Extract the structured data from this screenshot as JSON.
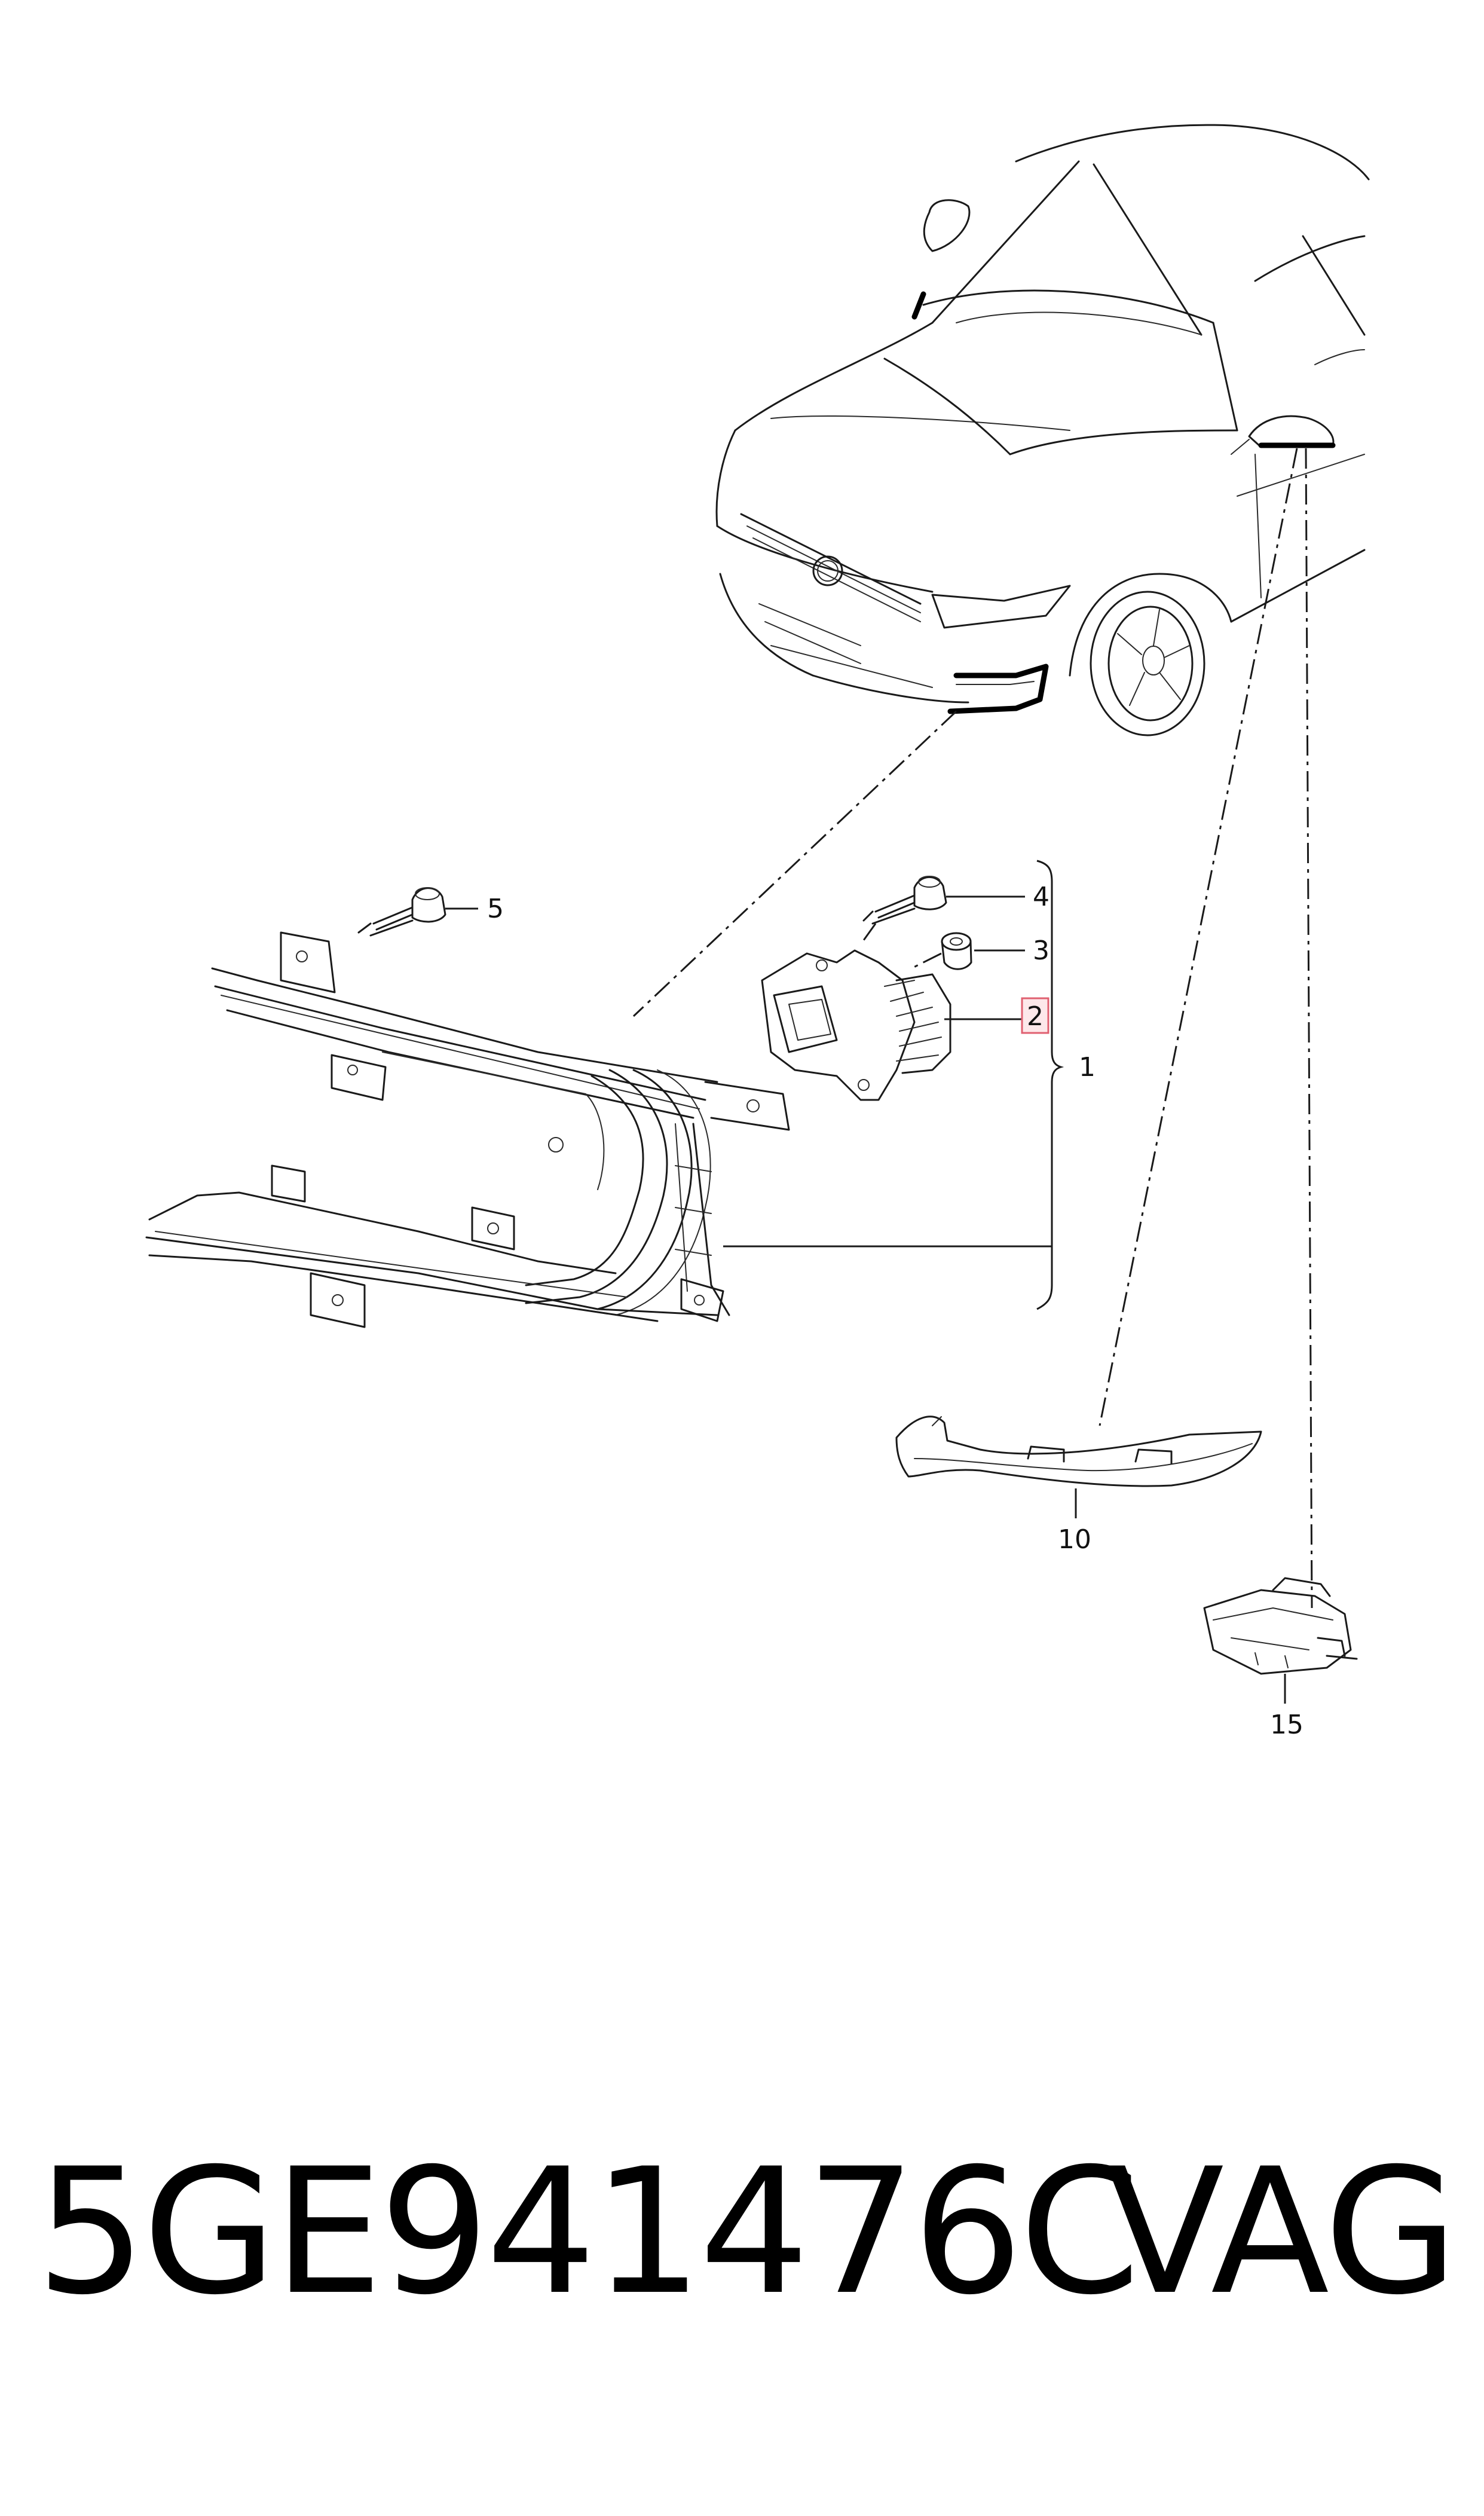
{
  "callouts": {
    "c1": "1",
    "c2": "2",
    "c3": "3",
    "c4": "4",
    "c5": "5",
    "c10": "10",
    "c15": "15"
  },
  "highlighted_callout": "2",
  "colors": {
    "highlight_fill": "#fde8ea",
    "highlight_stroke": "#e06070",
    "ink": "#1a1a1a"
  },
  "footer": {
    "part_number": "5GE941476C",
    "brand": "VAG"
  }
}
